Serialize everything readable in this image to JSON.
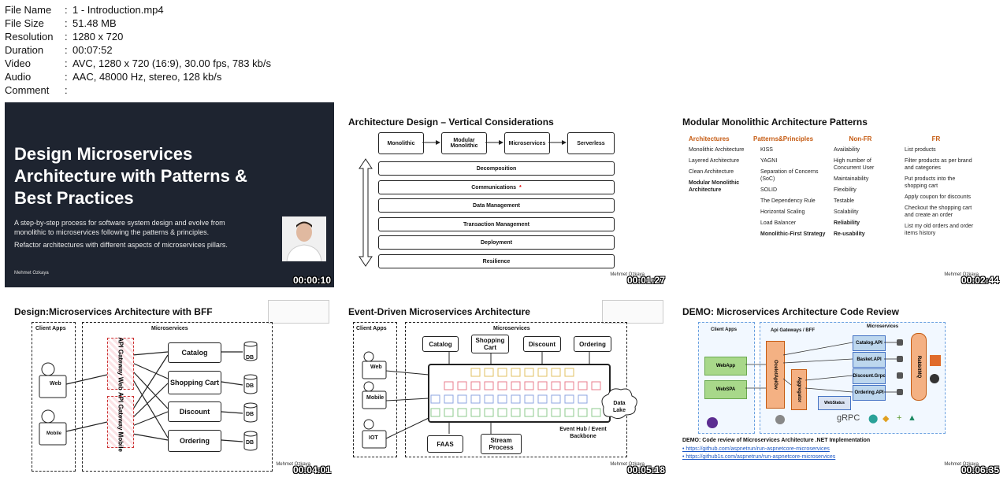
{
  "info": [
    {
      "key": "File Name",
      "value": "1 - Introduction.mp4"
    },
    {
      "key": "File Size",
      "value": "51.48 MB"
    },
    {
      "key": "Resolution",
      "value": "1280 x 720"
    },
    {
      "key": "Duration",
      "value": "00:07:52"
    },
    {
      "key": "Video",
      "value": "AVC, 1280 x 720 (16:9), 30.00 fps, 783 kb/s"
    },
    {
      "key": "Audio",
      "value": "AAC, 48000 Hz, stereo, 128 kb/s"
    },
    {
      "key": "Comment",
      "value": ""
    }
  ],
  "thumb1": {
    "title_l1": "Design Microservices",
    "title_l2": "Architecture with Patterns &",
    "title_l3": "Best Practices",
    "desc1": "A step-by-step process for software system design and evolve from",
    "desc2": "monolithic to microservices following the patterns & principles.",
    "desc3": "Refactor architectures with different aspects of microservices pillars.",
    "author": "Mehmet Ozkaya",
    "time": "00:00:10"
  },
  "thumb2": {
    "title": "Architecture Design – Vertical Considerations",
    "steps": [
      "Monolithic",
      "Modular Monolithic",
      "Microservices",
      "Serverless"
    ],
    "layers": [
      "Decomposition",
      "Communications",
      "Data Management",
      "Transaction Management",
      "Deployment",
      "Resilience"
    ],
    "author": "Mehmet Ozkaya",
    "time": "00:01:27"
  },
  "thumb3": {
    "title": "Modular Monolithic Architecture Patterns",
    "arch_h": "Architectures",
    "arch": [
      "Monolithic Architecture",
      "Layered Architecture",
      "Clean Architecture",
      "Modular Monolithic Architecture"
    ],
    "pp_h": "Patterns&Principles",
    "pp": [
      "KISS",
      "YAGNI",
      "Separation of Concerns (SoC)",
      "SOLID",
      "The Dependency Rule",
      "Horizontal Scaling",
      "Load Balancer",
      "Monolithic-First Strategy"
    ],
    "nfr_h": "Non-FR",
    "nfr": [
      "Availability",
      "High number of Concurrent User",
      "Maintainability",
      "Flexibility",
      "Testable",
      "Scalability",
      "Reliability",
      "Re-usability"
    ],
    "fr_h": "FR",
    "fr": [
      "List products",
      "Filter products as per brand and categories",
      "Put products into the shopping cart",
      "Apply coupon for discounts",
      "Checkout the shopping cart and create an order",
      "List my old orders and order items history"
    ],
    "author": "Mehmet Ozkaya",
    "time": "00:02:44"
  },
  "thumb4": {
    "title": "Design:Microservices Architecture with BFF",
    "client_apps": "Client Apps",
    "microservices": "Microservices",
    "web": "Web",
    "mobile": "Mobile",
    "gw_web": "API Gateway Web",
    "gw_mobile": "API Gateway Mobile",
    "services": [
      "Catalog",
      "Shopping Cart",
      "Discount",
      "Ordering"
    ],
    "db": "DB",
    "author": "Mehmet Ozkaya",
    "time": "00:04:01"
  },
  "thumb5": {
    "title": "Event-Driven Microservices Architecture",
    "client_apps": "Client Apps",
    "microservices": "Microservices",
    "clients": [
      "Web",
      "Mobile",
      "IOT"
    ],
    "services": [
      "Catalog",
      "Shopping Cart",
      "Discount",
      "Ordering"
    ],
    "faas": "FAAS",
    "stream": "Stream Process",
    "hub": "Event Hub / Event Backbone",
    "lake": "Data Lake",
    "author": "Mehmet Ozkaya",
    "time": "00:05:18"
  },
  "thumb6": {
    "title": "DEMO: Microservices Architecture Code Review",
    "client_apps": "Client Apps",
    "gateways": "Api Gateways / BFF",
    "microservices": "Microservices",
    "webapp": "WebApp",
    "webspa": "WebSPA",
    "ocelot": "OcelotApiGw",
    "aggregator": "Aggregator",
    "webstatus": "WebStatus",
    "apis": [
      "Catalog.API",
      "Basket.API",
      "Discount.Grpc",
      "Ordering.API"
    ],
    "rabbit": "RabbitMQ",
    "grpc": "gRPC",
    "demo_text": "DEMO: Code review of Microservices Architecture .NET Implementation",
    "link1": "https://github.com/aspnetrun/run-aspnetcore-microservices",
    "link2": "https://github1s.com/aspnetrun/run-aspnetcore-microservices",
    "author": "Mehmet Ozkaya",
    "time": "00:06:35"
  },
  "colors": {
    "dark_slide": "#1e2430",
    "orange": "#c55a11",
    "pink": "#e0607a",
    "link": "#1a56c4"
  }
}
